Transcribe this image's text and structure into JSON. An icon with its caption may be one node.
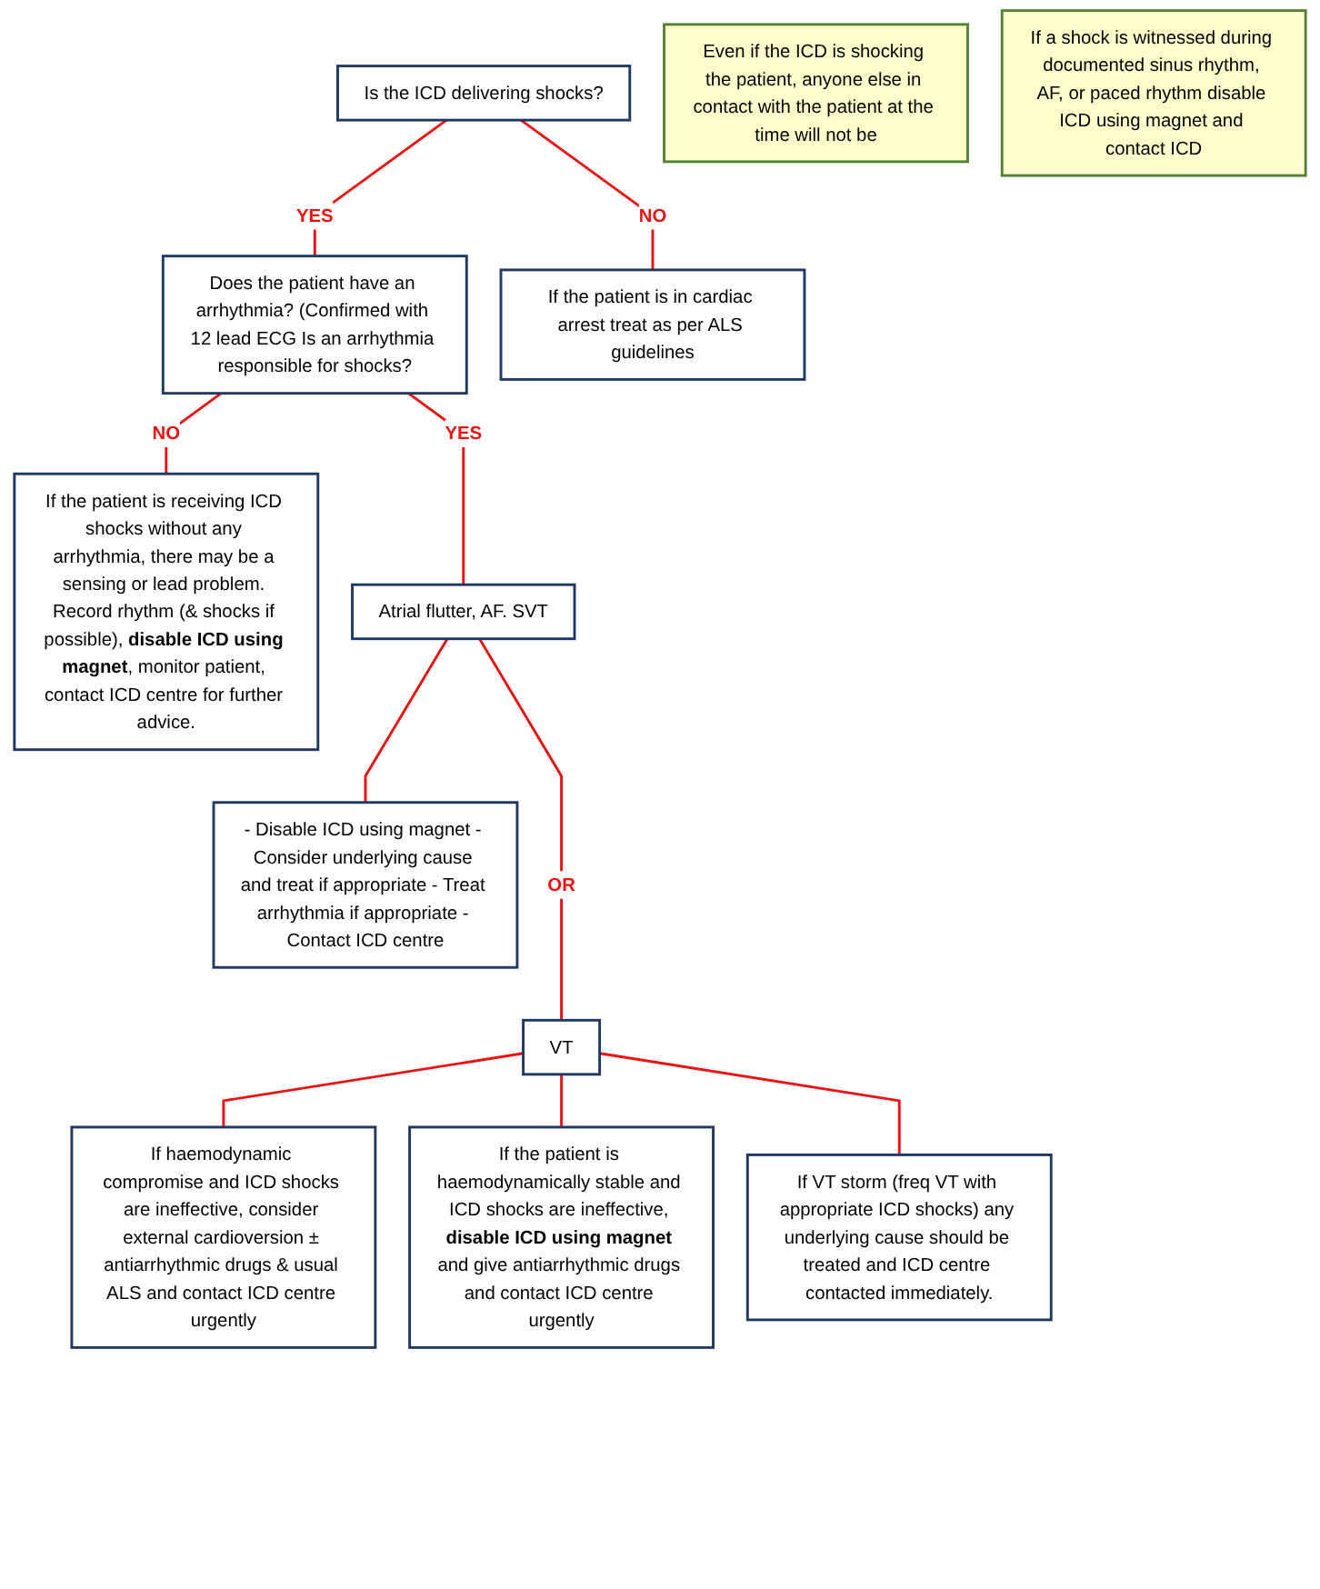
{
  "diagram": {
    "nodes": [
      {
        "text": [
          "Is the ICD delivering shocks?"
        ]
      },
      {
        "text": [
          "Does the patient have an arrhythmia? (Confirmed with 12 lead ECG Is an arrhythmia responsible for shocks?"
        ]
      },
      {
        "text": [
          "If the patient is in cardiac arrest treat as per ALS guidelines"
        ]
      },
      {
        "text": [
          "If the patient is receiving ICD shocks without any arrhythmia, there may be a sensing or lead problem. Record rhythm (& shocks if possible), **disable ICD using magnet**, monitor patient, contact ICD centre for further advice."
        ]
      },
      {
        "text": [
          "Atrial flutter, AF. SVT"
        ]
      },
      {
        "text": [
          "- Disable ICD using magnet - Consider underlying cause and treat if appropriate - Treat arrhythmia if appropriate - Contact ICD centre"
        ]
      },
      {
        "text": [
          "VT"
        ]
      },
      {
        "text": [
          "If haemodynamic compromise and ICD shocks are ineffective, consider external cardioversion ± antiarrhythmic drugs & usual ALS and contact ICD centre urgently"
        ]
      },
      {
        "text": [
          "If the patient is haemodynamically stable and ICD shocks are ineffective, **disable ICD using magnet** and give antiarrhythmic drugs and contact ICD centre urgently"
        ]
      },
      {
        "text": [
          "If VT storm (freq VT with appropriate ICD shocks) any underlying cause should be treated and ICD centre contacted immediately."
        ]
      },
      {
        "text": [
          "Even if the ICD is shocking the patient, anyone else in contact with the patient at the time will not be"
        ]
      },
      {
        "text": [
          "If a shock is witnessed during documented sinus rhythm, AF, or paced rhythm disable ICD using magnet and contact ICD"
        ]
      }
    ],
    "edges": [
      {
        "from": 0,
        "to": 1,
        "arrow": "none",
        "label": "YES"
      },
      {
        "from": 0,
        "to": 2,
        "arrow": "none",
        "label": "NO"
      },
      {
        "from": 1,
        "to": 3,
        "arrow": "none",
        "label": "NO"
      },
      {
        "from": 1,
        "to": 4,
        "arrow": "none",
        "label": "YES"
      },
      {
        "from": 4,
        "to": 6,
        "arrow": "none",
        "label": "OR"
      },
      {
        "from": 4,
        "to": 5,
        "arrow": "none"
      },
      {
        "from": 6,
        "to": 7,
        "arrow": "none"
      },
      {
        "from": 6,
        "to": 8,
        "arrow": "none"
      },
      {
        "from": 6,
        "to": 9,
        "arrow": "none"
      }
    ]
  }
}
